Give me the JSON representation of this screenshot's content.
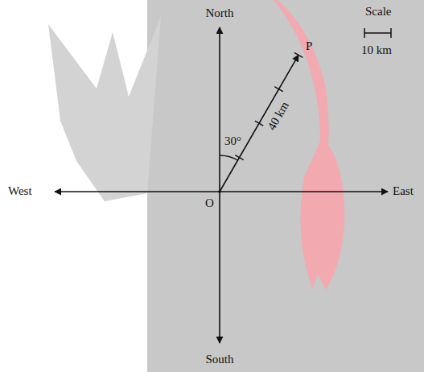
{
  "diagram": {
    "labels": [
      "North",
      "P",
      "Scale",
      "30°",
      "40 km",
      "10 km",
      "West",
      "East",
      "O",
      "South"
    ]
  }
}
